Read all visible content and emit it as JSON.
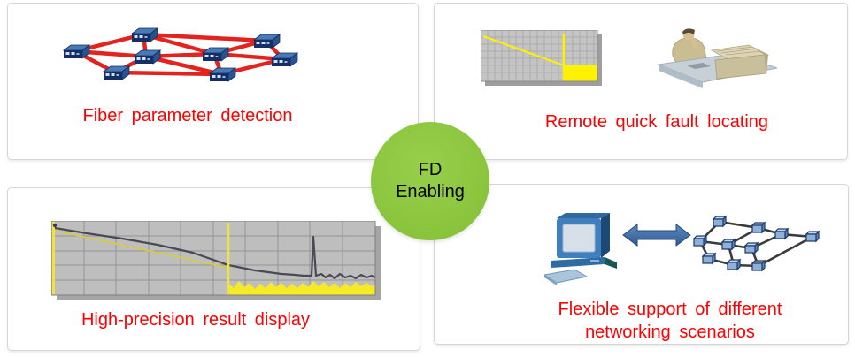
{
  "page": {
    "background": "#ffffff"
  },
  "badge": {
    "line1": "FD",
    "line2": "Enabling",
    "bg_color": "#8dc63f",
    "text_color": "#000000"
  },
  "panels": {
    "fiber": {
      "label": "Fiber parameter detection",
      "icon": "network-mesh-icon"
    },
    "remote": {
      "label": "Remote quick fault locating",
      "icons": [
        "otdr-mini-chart-icon",
        "operator-equipment-icon"
      ]
    },
    "precision": {
      "label": "High-precision result display",
      "icon": "otdr-trace-chart-icon"
    },
    "flexible": {
      "label_line1": "Flexible support of different",
      "label_line2": "networking scenarios",
      "icons": [
        "desktop-computer-icon",
        "double-arrow-icon",
        "network-topology-icon"
      ]
    }
  },
  "colors": {
    "label_red": "#ff0000",
    "badge_green": "#8dc63f",
    "mesh_link_red": "#e3231d",
    "router_navy": "#16366e",
    "chart_gray": "#c0c0c0",
    "trace_yellow": "#fff200",
    "arrow_blue": "#3e6da6",
    "panel_border": "#d6d6d6"
  }
}
